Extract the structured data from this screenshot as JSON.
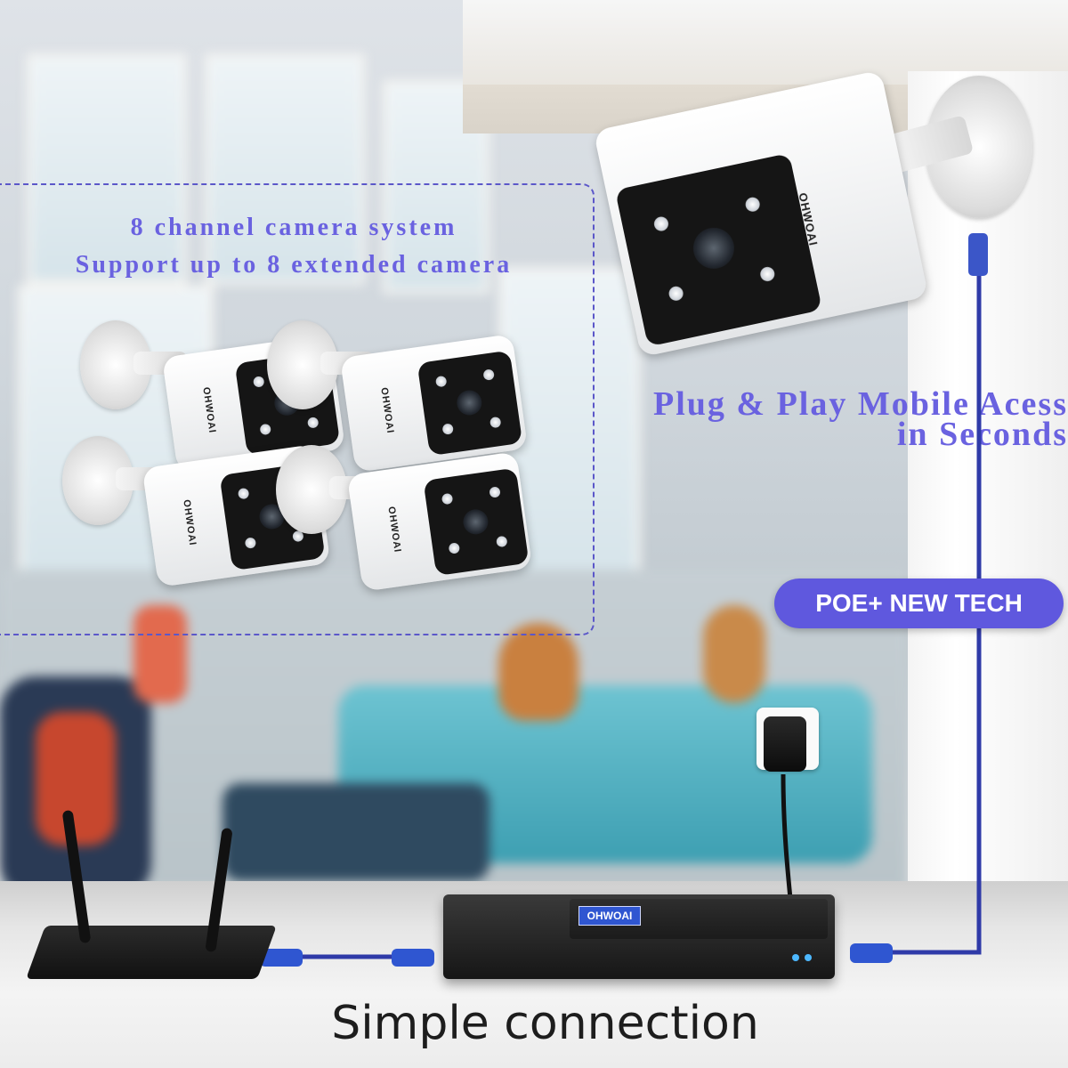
{
  "headline": {
    "line1": "8 channel camera system",
    "line2": "Support up to 8 extended camera"
  },
  "mobile_access": {
    "line1": "Plug & Play Mobile Acess",
    "line2": "in Seconds"
  },
  "badge": {
    "label": "POE+ NEW TECH"
  },
  "caption": {
    "label": "Simple connection"
  },
  "brand": {
    "name": "OHWOAI"
  },
  "colors": {
    "accent": "#6a62e0",
    "badge_bg": "#5f58de",
    "cable": "#2f3aa8",
    "caption_text": "#1d1d1d"
  }
}
